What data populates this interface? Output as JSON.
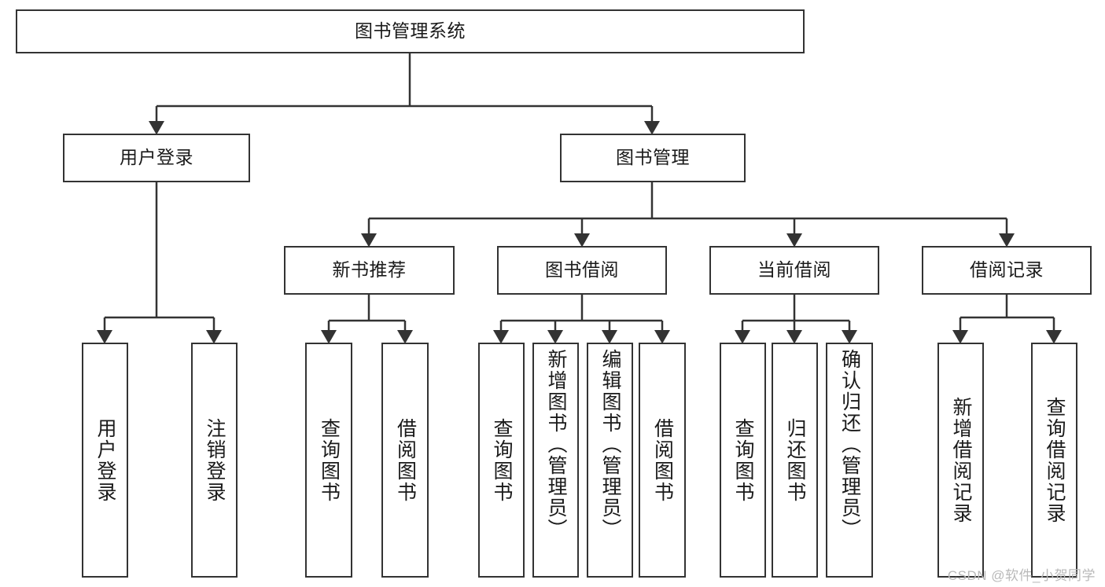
{
  "diagram": {
    "title": "图书管理系统",
    "type": "tree-hierarchy-diagram",
    "colors": {
      "border": "#333333",
      "background": "#ffffff",
      "text": "#1a1a1a",
      "watermark": "#b9b9b9"
    },
    "root": {
      "label": "图书管理系统"
    },
    "level2": [
      {
        "label": "用户登录"
      },
      {
        "label": "图书管理"
      }
    ],
    "level3": [
      {
        "label": "新书推荐"
      },
      {
        "label": "图书借阅"
      },
      {
        "label": "当前借阅"
      },
      {
        "label": "借阅记录"
      }
    ],
    "leaves": {
      "user_login": [
        {
          "label": "用户登录"
        },
        {
          "label": "注销登录"
        }
      ],
      "new_book_recommend": [
        {
          "label": "查询图书"
        },
        {
          "label": "借阅图书"
        }
      ],
      "book_borrow": [
        {
          "label": "查询图书"
        },
        {
          "label": "新增图书（管理员）"
        },
        {
          "label": "编辑图书（管理员）"
        },
        {
          "label": "借阅图书"
        }
      ],
      "current_borrow": [
        {
          "label": "查询图书"
        },
        {
          "label": "归还图书"
        },
        {
          "label": "确认归还（管理员）"
        }
      ],
      "borrow_record": [
        {
          "label": "新增借阅记录"
        },
        {
          "label": "查询借阅记录"
        }
      ]
    }
  },
  "watermark": {
    "text": "CSDN @软件_小贺同学"
  }
}
